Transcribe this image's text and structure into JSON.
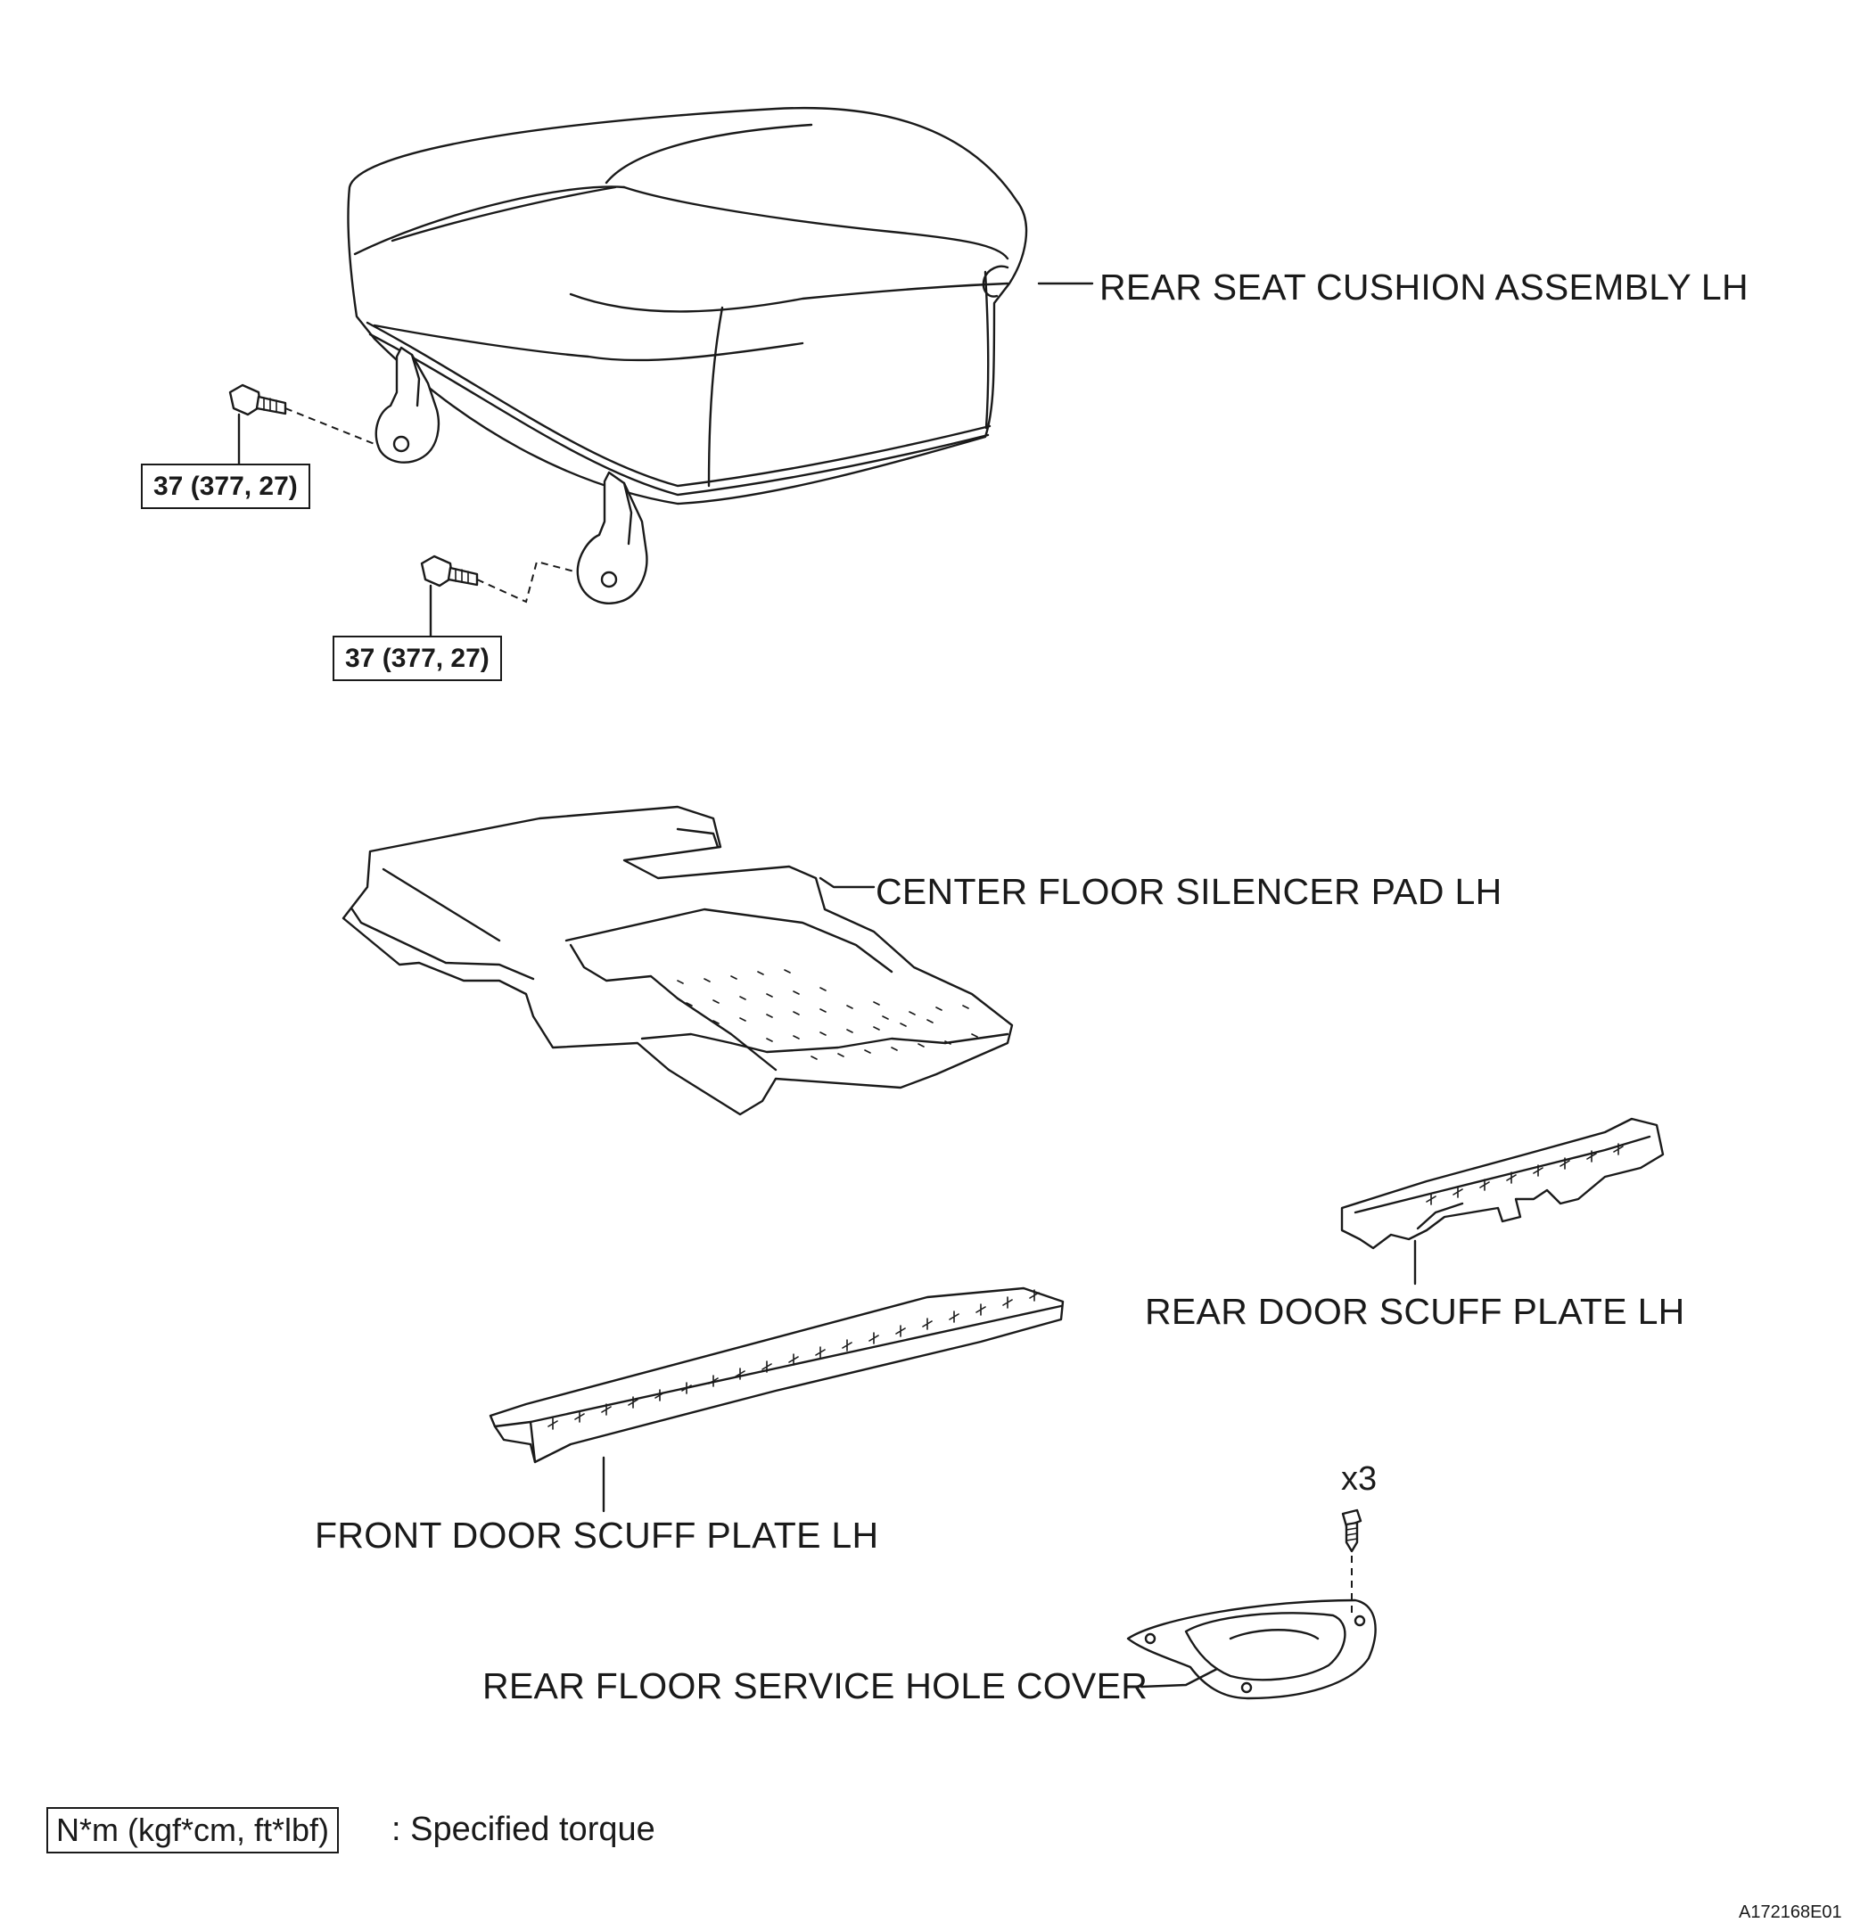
{
  "labels": {
    "rear_seat_cushion": "REAR SEAT CUSHION ASSEMBLY LH",
    "center_floor_pad": "CENTER FLOOR SILENCER PAD LH",
    "rear_door_scuff": "REAR DOOR SCUFF PLATE LH",
    "front_door_scuff": "FRONT DOOR SCUFF PLATE LH",
    "rear_floor_cover": "REAR FLOOR SERVICE HOLE COVER"
  },
  "torque": {
    "upper": "37 (377, 27)",
    "lower": "37 (377, 27)"
  },
  "quantity": "x3",
  "legend": {
    "unit_box": "N*m (kgf*cm, ft*lbf)",
    "description": ": Specified torque"
  },
  "figure_code": "A172168E01"
}
